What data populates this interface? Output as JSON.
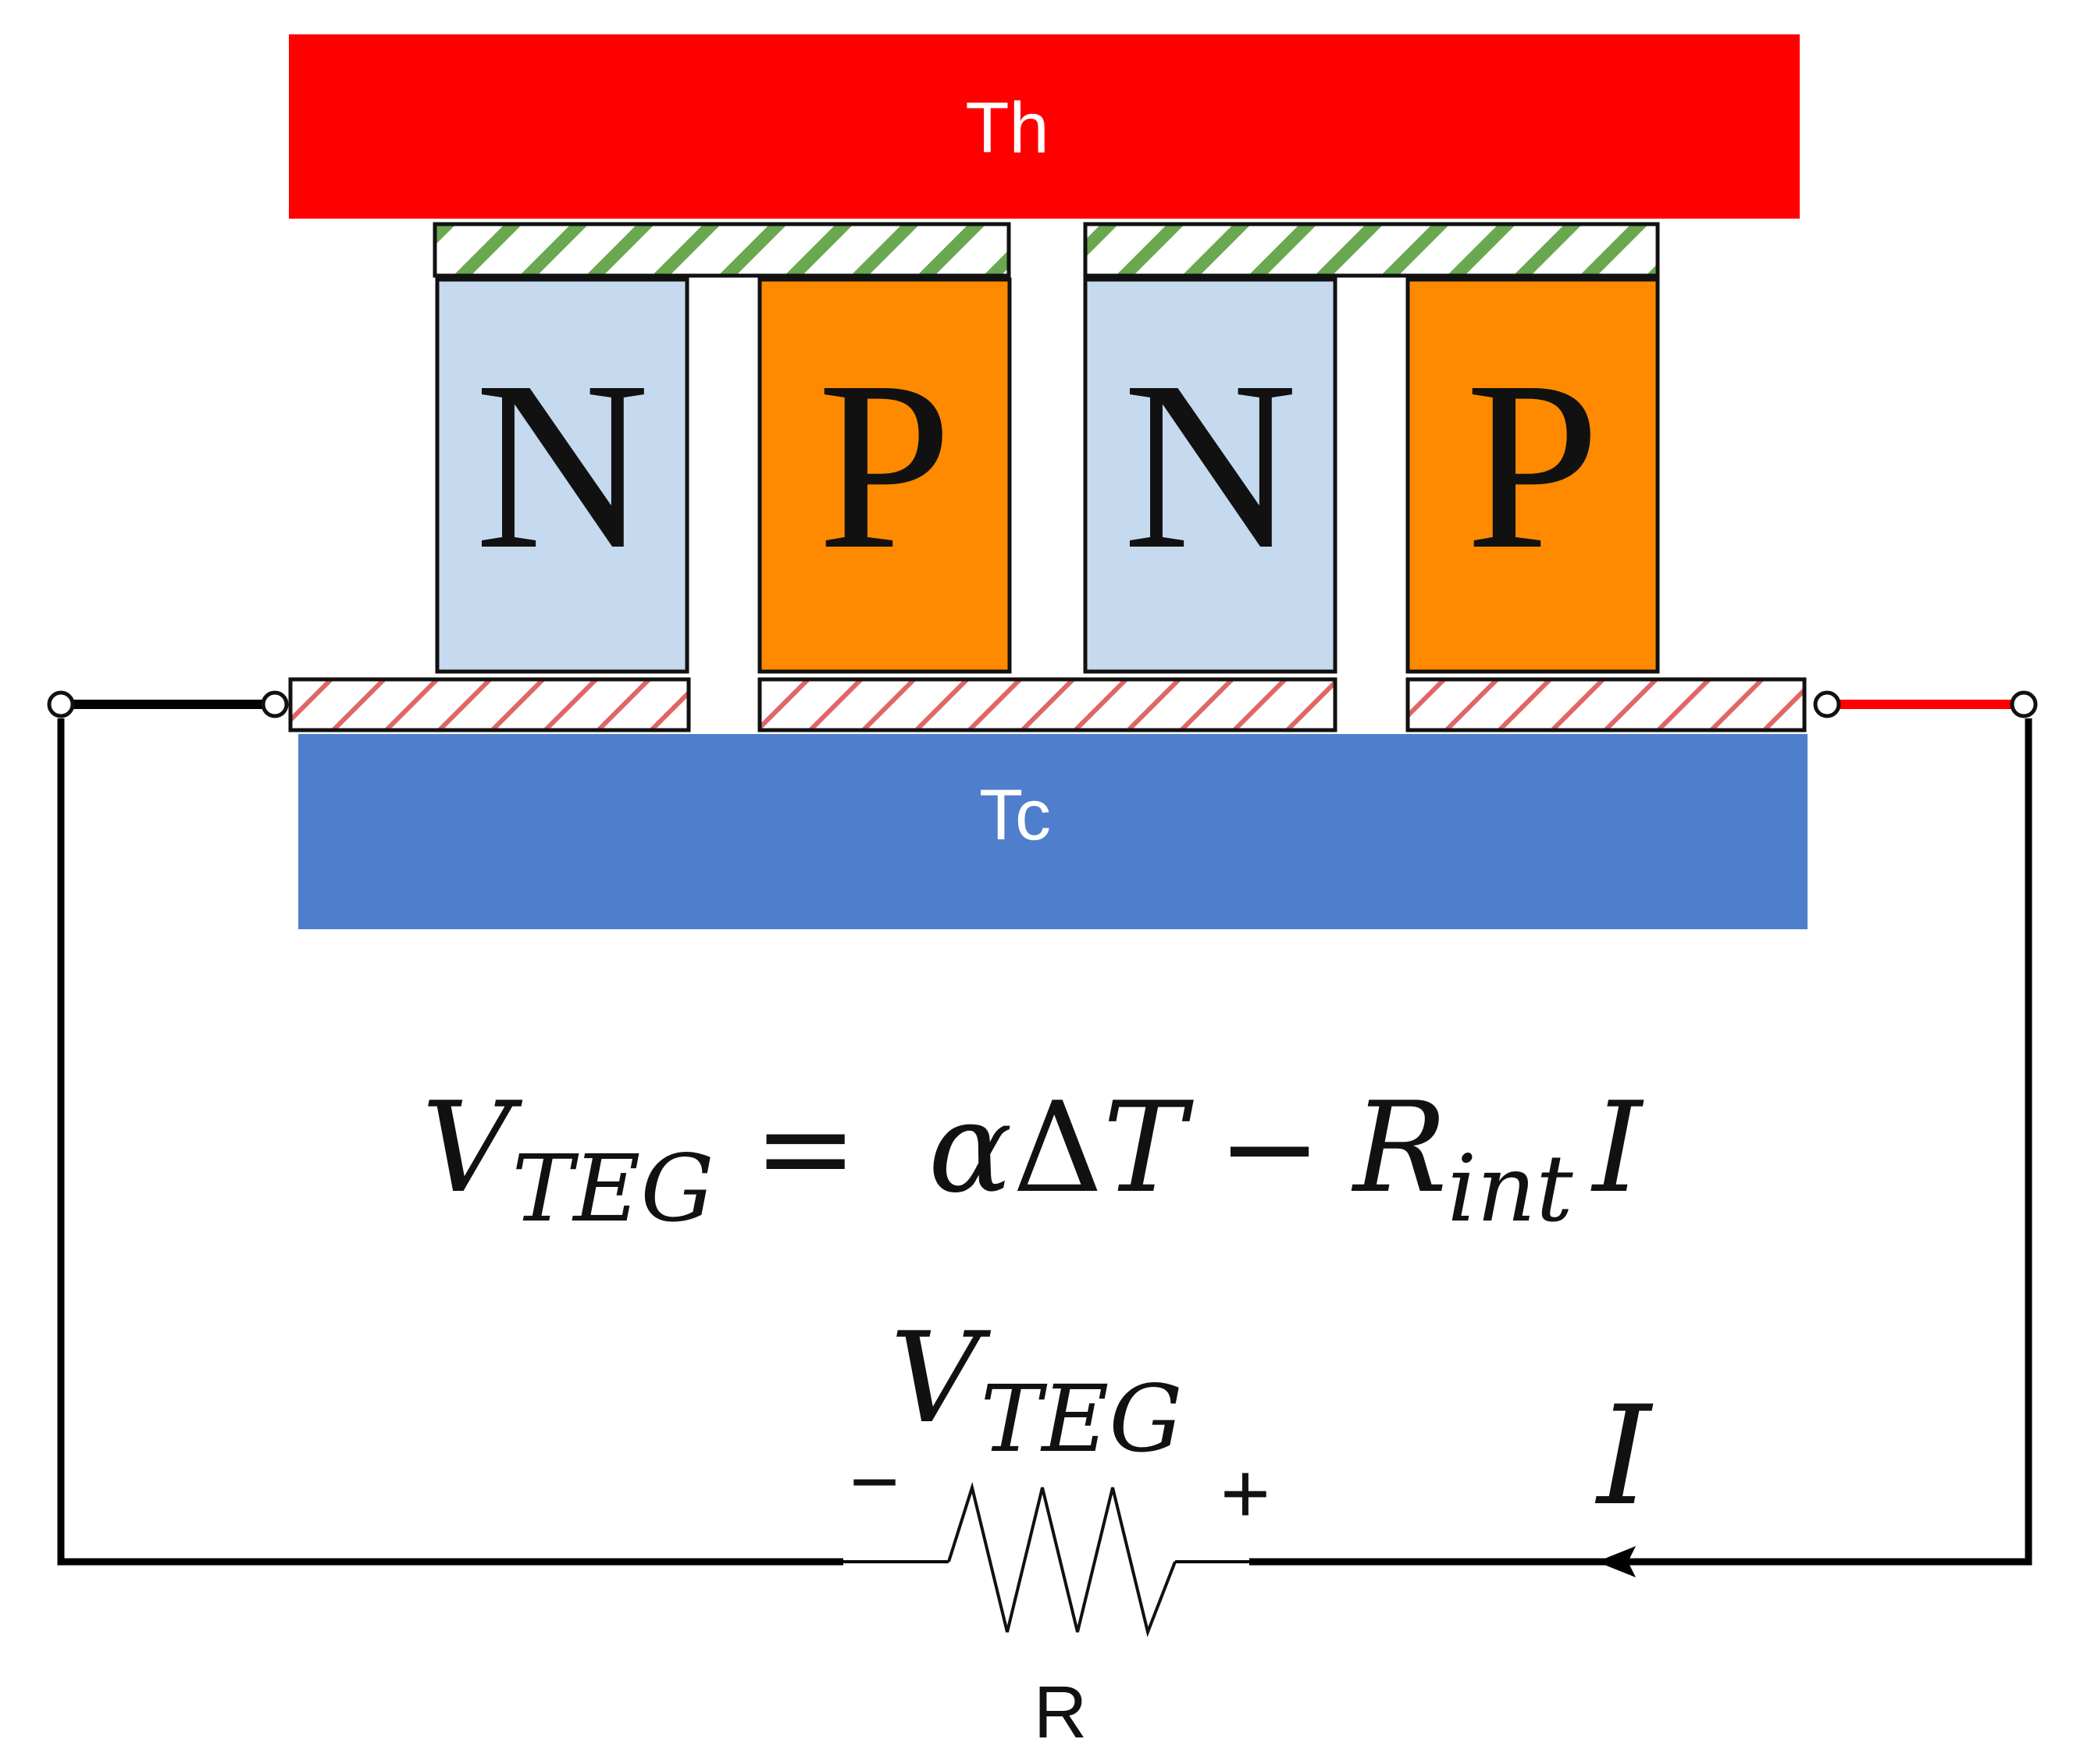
{
  "plates": {
    "hot": {
      "label": "Th",
      "color": "#ff0000"
    },
    "cold": {
      "label": "Tc",
      "color": "#4f7fcc"
    }
  },
  "legs": [
    {
      "letter": "N",
      "color": "#c5d9ef"
    },
    {
      "letter": "P",
      "color": "#ff8a00"
    },
    {
      "letter": "N",
      "color": "#c5d9ef"
    },
    {
      "letter": "P",
      "color": "#ff8a00"
    }
  ],
  "hatch_colors": {
    "top": "#6aa84f",
    "bottom": "#e06666"
  },
  "wire_colors": {
    "negative": "#000000",
    "positive": "#ff0000"
  },
  "equation": {
    "v": "V",
    "v_sub": "TEG",
    "equals": "=",
    "alpha": "α",
    "delta": "Δ",
    "t": "T",
    "minus": "−",
    "r": "R",
    "r_sub": "int",
    "i": "I"
  },
  "load": {
    "v": "V",
    "v_sub": "TEG",
    "minus": "−",
    "plus": "+",
    "resistor_label": "R",
    "current_label": "I"
  }
}
